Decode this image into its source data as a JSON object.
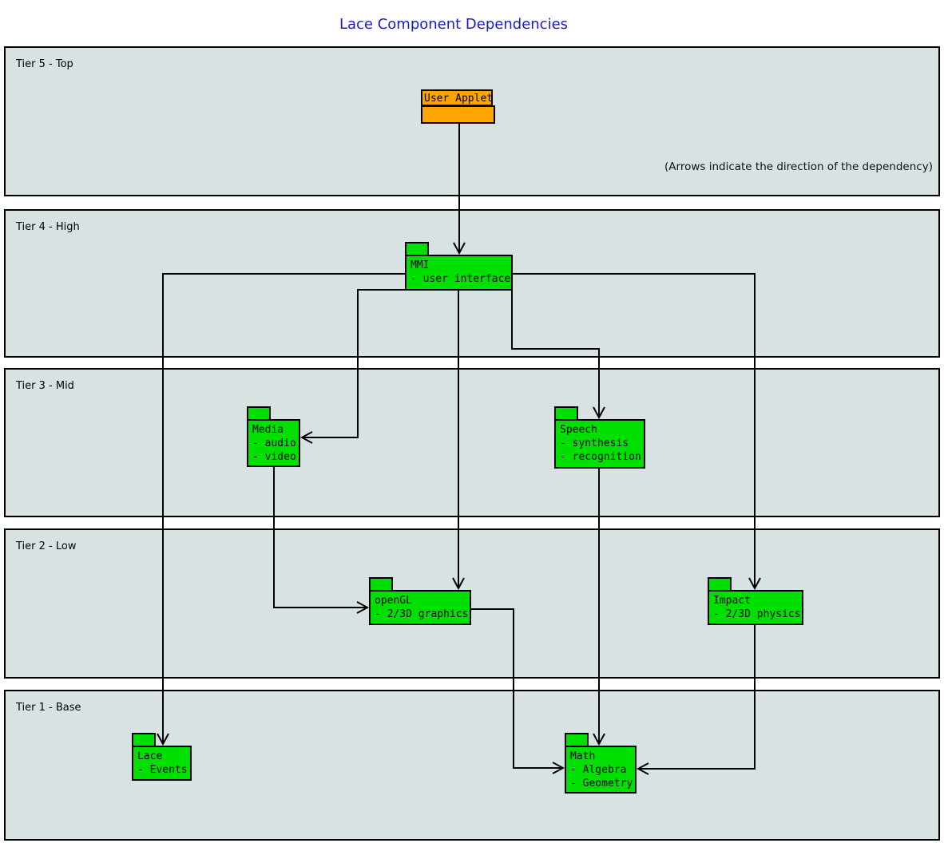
{
  "title": "Lace Component Dependencies",
  "note": "(Arrows indicate the direction of the dependency)",
  "colors": {
    "node_green": "#00e000",
    "node_orange": "#ffa500",
    "tier_fill": "#d9e2e2",
    "title_blue": "#1a1acc"
  },
  "tiers": {
    "tier5": {
      "label": "Tier 5 - Top"
    },
    "tier4": {
      "label": "Tier 4 - High"
    },
    "tier3": {
      "label": "Tier 3 - Mid"
    },
    "tier2": {
      "label": "Tier 2 - Low"
    },
    "tier1": {
      "label": "Tier 1 - Base"
    }
  },
  "nodes": {
    "user_applet": {
      "label": "User Applet"
    },
    "mmi": {
      "name": "MMI",
      "desc1": "- user interface"
    },
    "media": {
      "name": "Media",
      "desc1": "- audio",
      "desc2": "- video"
    },
    "speech": {
      "name": "Speech",
      "desc1": "- synthesis",
      "desc2": "- recognition"
    },
    "opengl": {
      "name": "openGL",
      "desc1": "- 2/3D graphics"
    },
    "impact": {
      "name": "Impact",
      "desc1": "- 2/3D physics"
    },
    "lace": {
      "name": "Lace",
      "desc1": "- Events"
    },
    "math": {
      "name": "Math",
      "desc1": "- Algebra",
      "desc2": "- Geometry"
    }
  },
  "edges": [
    {
      "from": "User Applet",
      "to": "MMI"
    },
    {
      "from": "MMI",
      "to": "Media"
    },
    {
      "from": "MMI",
      "to": "Speech"
    },
    {
      "from": "MMI",
      "to": "openGL"
    },
    {
      "from": "MMI",
      "to": "Impact"
    },
    {
      "from": "MMI",
      "to": "Lace"
    },
    {
      "from": "Media",
      "to": "openGL"
    },
    {
      "from": "Speech",
      "to": "Math"
    },
    {
      "from": "openGL",
      "to": "Math"
    },
    {
      "from": "Impact",
      "to": "Math"
    }
  ]
}
